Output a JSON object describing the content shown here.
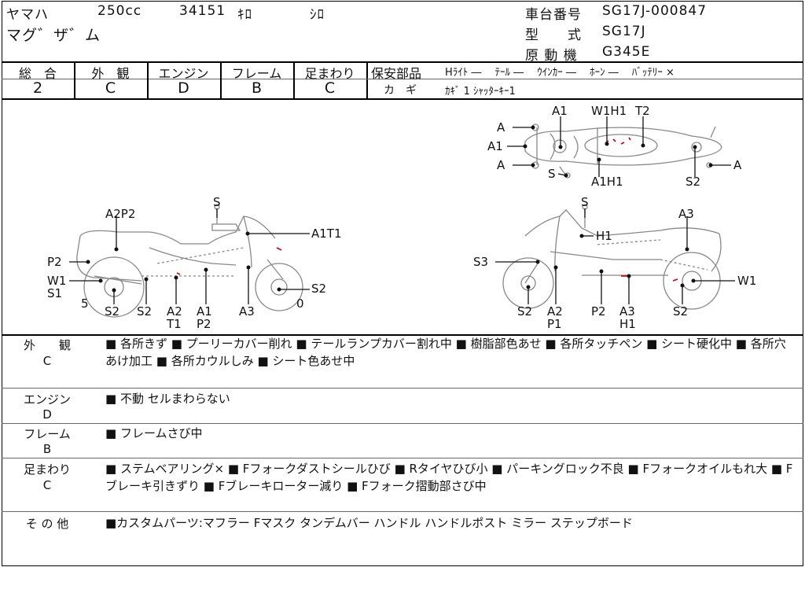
{
  "header": {
    "maker": "ヤマハ",
    "displacement": "250cc",
    "mileage": "34151",
    "mileage_unit": "ｷﾛ",
    "color": "ｼﾛ",
    "model_name": "マグ゛ザ゛ム",
    "chassis_label": "車台番号",
    "chassis_value": "SG17J-000847",
    "type_label": "型　　式",
    "type_value": "SG17J",
    "engine_label": "原 動 機",
    "engine_value": "G345E"
  },
  "grades": [
    {
      "label": "総　合",
      "value": "2"
    },
    {
      "label": "外　観",
      "value": "C"
    },
    {
      "label": "エンジン",
      "value": "D"
    },
    {
      "label": "フレーム",
      "value": "B"
    },
    {
      "label": "足まわり",
      "value": "C"
    }
  ],
  "safety": {
    "label": "保安部品",
    "items": "Hﾗｲﾄ ―　 ﾃｰﾙ ―　 ｳｲﾝｶｰ ―　 ﾎｰﾝ ―　 ﾊﾞｯﾃﾘｰ ×",
    "key_label": "カ　ギ",
    "key_value": "ｶｷﾞ 1  ｼｬｯﾀｰｷｰ1"
  },
  "diagram": {
    "top_view": [
      "A",
      "A1",
      "A",
      "A1",
      "W1H1",
      "T2",
      "S",
      "A1H1",
      "S2",
      "A"
    ],
    "left_view": [
      "S",
      "A2P2",
      "A1T1",
      "P2",
      "W1",
      "S1",
      "5",
      "S2",
      "S2",
      "A2",
      "T1",
      "A1",
      "P2",
      "A3",
      "S2",
      "0"
    ],
    "right_view": [
      "S",
      "A3",
      "H1",
      "S3",
      "W1",
      "S2",
      "A2",
      "P1",
      "P2",
      "A3",
      "H1",
      "S2"
    ]
  },
  "sections": [
    {
      "label": "外　　観",
      "grade": "C",
      "text": "■ 各所きず ■ プーリーカバー削れ ■ テールランプカバー割れ中 ■ 樹脂部色あせ ■ 各所タッチペン ■ シート硬化中 ■ 各所穴あけ加工 ■ 各所カウルしみ ■ シート色あせ中"
    },
    {
      "label": "エンジン",
      "grade": "D",
      "text": "■ 不動 セルまわらない"
    },
    {
      "label": "フレーム",
      "grade": "B",
      "text": "■ フレームさび中"
    },
    {
      "label": "足まわり",
      "grade": "C",
      "text": "■ ステムベアリング× ■ Fフォークダストシールひび ■ Rタイヤひび小 ■ パーキングロック不良 ■ Fフォークオイルもれ大 ■ Fブレーキ引きずり ■ Fブレーキローター減り ■ Fフォーク摺動部さび中"
    },
    {
      "label": "そ の 他",
      "grade": "",
      "text": "■カスタムパーツ:マフラー Fマスク タンデムバー ハンドル ハンドルポスト ミラー ステップボード"
    }
  ]
}
